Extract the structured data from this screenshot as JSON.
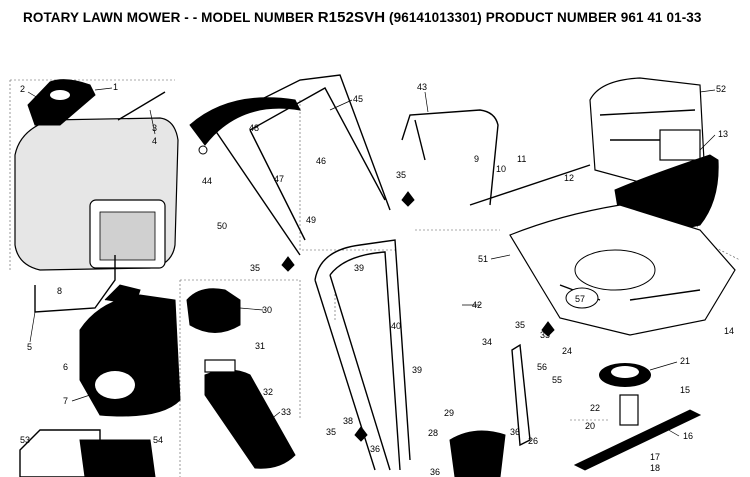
{
  "header": {
    "prefix": "ROTARY LAWN MOWER - - MODEL NUMBER",
    "model": "R152SVH",
    "suffix": "(96141013301) PRODUCT NUMBER 961 41 01-33"
  },
  "callouts": [
    "1",
    "2",
    "3",
    "4",
    "5",
    "6",
    "7",
    "8",
    "9",
    "10",
    "11",
    "12",
    "13",
    "14",
    "15",
    "16",
    "17",
    "18",
    "20",
    "21",
    "22",
    "24",
    "26",
    "28",
    "29",
    "31",
    "32",
    "33",
    "35",
    "35",
    "35",
    "35",
    "35",
    "36",
    "36",
    "36",
    "38",
    "39",
    "39",
    "40",
    "42",
    "43",
    "44",
    "45",
    "46",
    "47",
    "48",
    "49",
    "50",
    "51",
    "52",
    "53",
    "54",
    "55",
    "56",
    "57",
    "30",
    "34"
  ]
}
